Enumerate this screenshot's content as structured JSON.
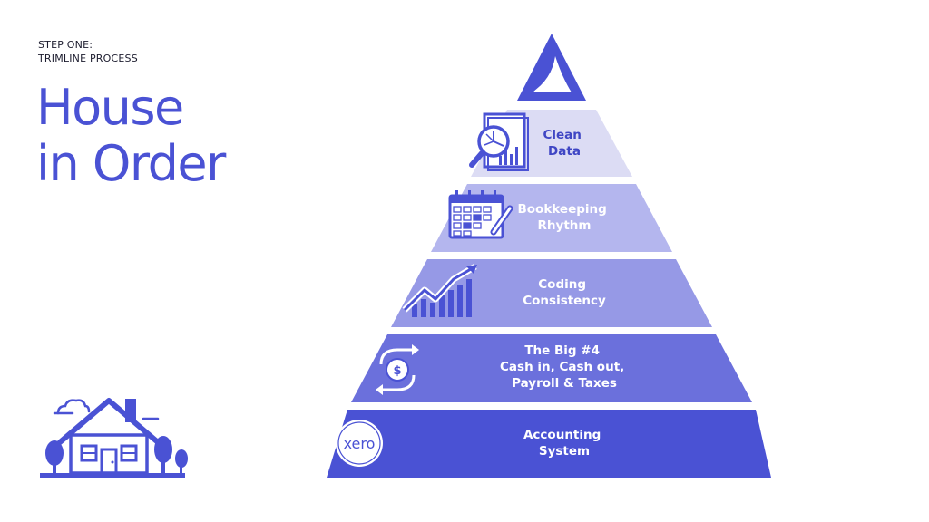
{
  "header": {
    "eyebrow_line1": "STEP ONE:",
    "eyebrow_line2": "TRIMLINE PROCESS"
  },
  "title": {
    "line1": "House",
    "line2": "in Order"
  },
  "pyramid": {
    "layers": [
      {
        "lines": [
          "Clean",
          "Data"
        ],
        "icon": "magnifier-report-icon",
        "color": "#dcdcf4"
      },
      {
        "lines": [
          "Bookkeeping",
          "Rhythm"
        ],
        "icon": "calendar-icon",
        "color": "#b4b6ee"
      },
      {
        "lines": [
          "Coding",
          "Consistency"
        ],
        "icon": "growth-chart-icon",
        "color": "#9699e6"
      },
      {
        "lines": [
          "The Big #4",
          "Cash in, Cash out,",
          "Payroll & Taxes"
        ],
        "icon": "cash-flow-icon",
        "color": "#6b70dc"
      },
      {
        "lines": [
          "Accounting",
          "System"
        ],
        "icon": "xero-logo",
        "color": "#4a52d4"
      }
    ],
    "top_icon": "sail-icon",
    "logo_text": "xero"
  },
  "colors": {
    "primary": "#4a52d4",
    "text_dark": "#1c1c2e"
  }
}
